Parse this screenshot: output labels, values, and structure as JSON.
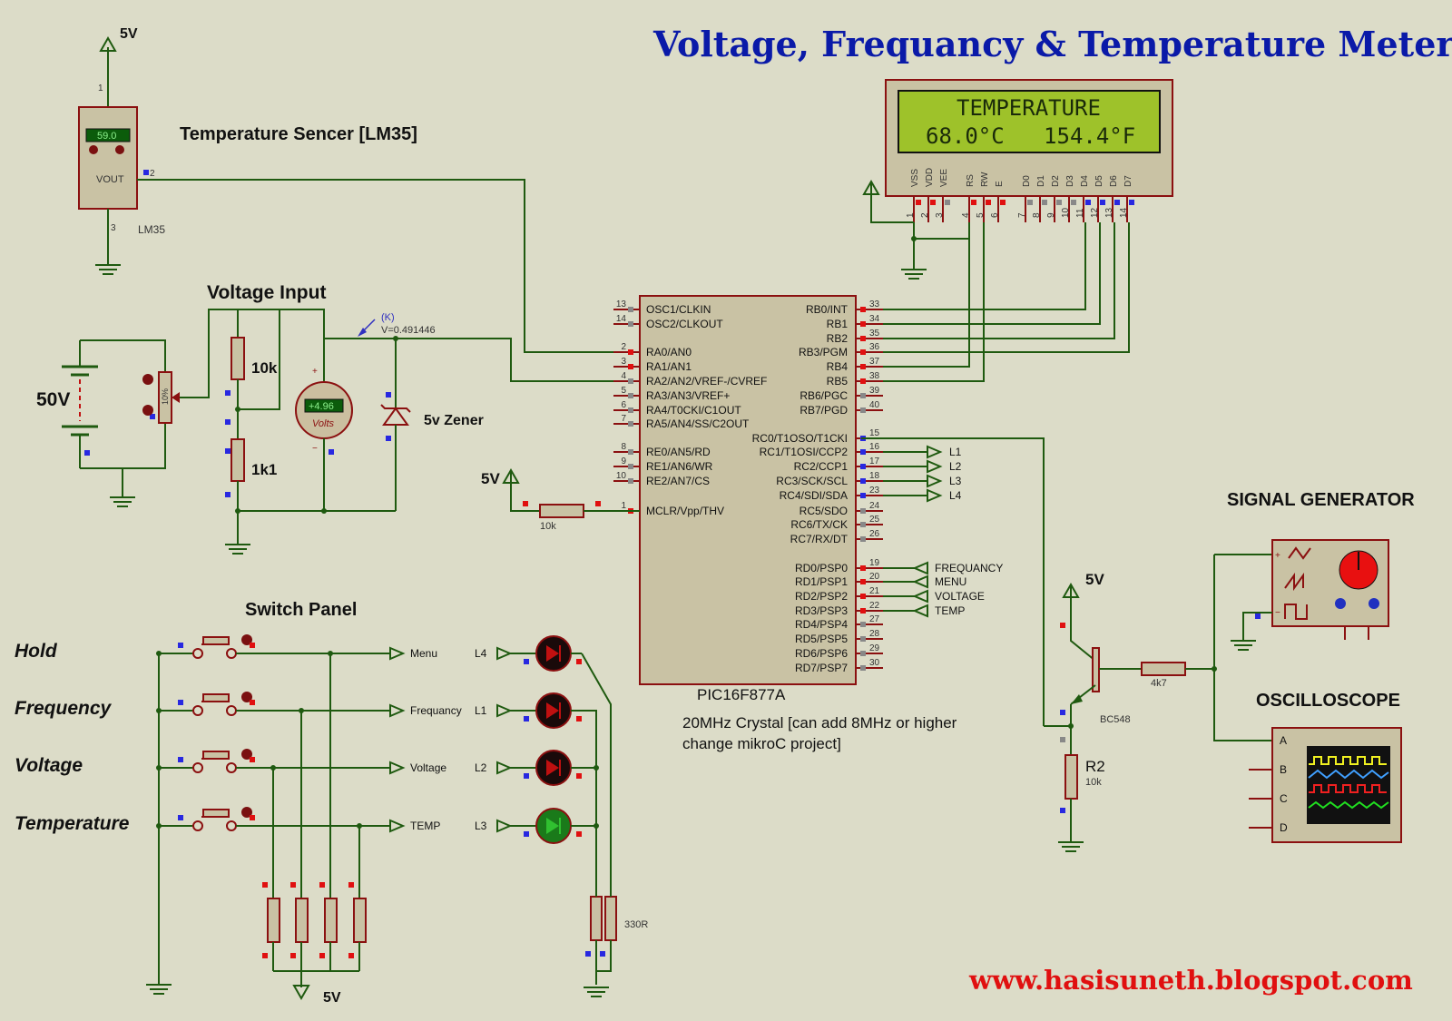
{
  "title": "Voltage, Frequancy & Temperature Meter",
  "website": "www.hasisuneth.blogspot.com",
  "lm35": {
    "label": "Temperature Sencer [LM35]",
    "part": "LM35",
    "display": "59.0",
    "vout": "VOUT",
    "pin1": "1",
    "pin2": "2",
    "pin3": "3",
    "supply": "5V"
  },
  "voltage_input": {
    "label": "Voltage Input",
    "battery": "50V",
    "r1": "10k",
    "r2": "1k1",
    "pot": "10%",
    "voltmeter_value": "+4.96",
    "voltmeter_unit": "Volts",
    "probe_k": "(K)",
    "probe_value": "V=0.491446",
    "zener": "5v Zener"
  },
  "lcd": {
    "line1": "TEMPERATURE",
    "line2": "68.0°C   154.4°F",
    "pins": [
      "VSS",
      "VDD",
      "VEE",
      "RS",
      "RW",
      "E",
      "D0",
      "D1",
      "D2",
      "D3",
      "D4",
      "D5",
      "D6",
      "D7"
    ],
    "pin_numbers": [
      "1",
      "2",
      "3",
      "4",
      "5",
      "6",
      "7",
      "8",
      "9",
      "10",
      "11",
      "12",
      "13",
      "14"
    ]
  },
  "mcu": {
    "part": "PIC16F877A",
    "note_line1": "20MHz Crystal [can add 8MHz or higher",
    "note_line2": "change mikroC project]",
    "left_pins": [
      {
        "n": "13",
        "name": "OSC1/CLKIN"
      },
      {
        "n": "14",
        "name": "OSC2/CLKOUT"
      },
      {
        "n": "2",
        "name": "RA0/AN0"
      },
      {
        "n": "3",
        "name": "RA1/AN1"
      },
      {
        "n": "4",
        "name": "RA2/AN2/VREF-/CVREF"
      },
      {
        "n": "5",
        "name": "RA3/AN3/VREF+"
      },
      {
        "n": "6",
        "name": "RA4/T0CKI/C1OUT"
      },
      {
        "n": "7",
        "name": "RA5/AN4/SS/C2OUT"
      },
      {
        "n": "8",
        "name": "RE0/AN5/RD"
      },
      {
        "n": "9",
        "name": "RE1/AN6/WR"
      },
      {
        "n": "10",
        "name": "RE2/AN7/CS"
      },
      {
        "n": "1",
        "name": "MCLR/Vpp/THV"
      }
    ],
    "right_pins": [
      {
        "n": "33",
        "name": "RB0/INT"
      },
      {
        "n": "34",
        "name": "RB1"
      },
      {
        "n": "35",
        "name": "RB2"
      },
      {
        "n": "36",
        "name": "RB3/PGM"
      },
      {
        "n": "37",
        "name": "RB4"
      },
      {
        "n": "38",
        "name": "RB5"
      },
      {
        "n": "39",
        "name": "RB6/PGC"
      },
      {
        "n": "40",
        "name": "RB7/PGD"
      },
      {
        "n": "15",
        "name": "RC0/T1OSO/T1CKI"
      },
      {
        "n": "16",
        "name": "RC1/T1OSI/CCP2"
      },
      {
        "n": "17",
        "name": "RC2/CCP1"
      },
      {
        "n": "18",
        "name": "RC3/SCK/SCL"
      },
      {
        "n": "23",
        "name": "RC4/SDI/SDA"
      },
      {
        "n": "24",
        "name": "RC5/SDO"
      },
      {
        "n": "25",
        "name": "RC6/TX/CK"
      },
      {
        "n": "26",
        "name": "RC7/RX/DT"
      },
      {
        "n": "19",
        "name": "RD0/PSP0"
      },
      {
        "n": "20",
        "name": "RD1/PSP1"
      },
      {
        "n": "21",
        "name": "RD2/PSP2"
      },
      {
        "n": "22",
        "name": "RD3/PSP3"
      },
      {
        "n": "27",
        "name": "RD4/PSP4"
      },
      {
        "n": "28",
        "name": "RD5/PSP5"
      },
      {
        "n": "29",
        "name": "RD6/PSP6"
      },
      {
        "n": "30",
        "name": "RD7/PSP7"
      }
    ],
    "rc_labels": [
      "L1",
      "L2",
      "L3",
      "L4"
    ],
    "rd_labels": [
      "FREQUANCY",
      "MENU",
      "VOLTAGE",
      "TEMP"
    ],
    "mclr_supply": "5V",
    "mclr_res": "10k"
  },
  "switch_panel": {
    "title": "Switch Panel",
    "switches": [
      {
        "label": "Hold",
        "net": "Menu"
      },
      {
        "label": "Frequency",
        "net": "Frequancy"
      },
      {
        "label": "Voltage",
        "net": "Voltage"
      },
      {
        "label": "Temperature",
        "net": "TEMP"
      }
    ],
    "supply": "5V"
  },
  "leds": {
    "labels": [
      "L4",
      "L1",
      "L2",
      "L3"
    ],
    "resistor": "330R"
  },
  "transistor": {
    "supply": "5V",
    "part": "BC548",
    "base_res": "4k7",
    "r2_name": "R2",
    "r2_value": "10k"
  },
  "signal_generator": {
    "label": "SIGNAL GENERATOR"
  },
  "oscilloscope": {
    "label": "OSCILLOSCOPE",
    "channels": [
      "A",
      "B",
      "C",
      "D"
    ]
  },
  "colors": {
    "title": "#0a1aa8",
    "website": "#e01010",
    "wire": "#1f5a10",
    "lcd_bg": "#9ec22a"
  }
}
